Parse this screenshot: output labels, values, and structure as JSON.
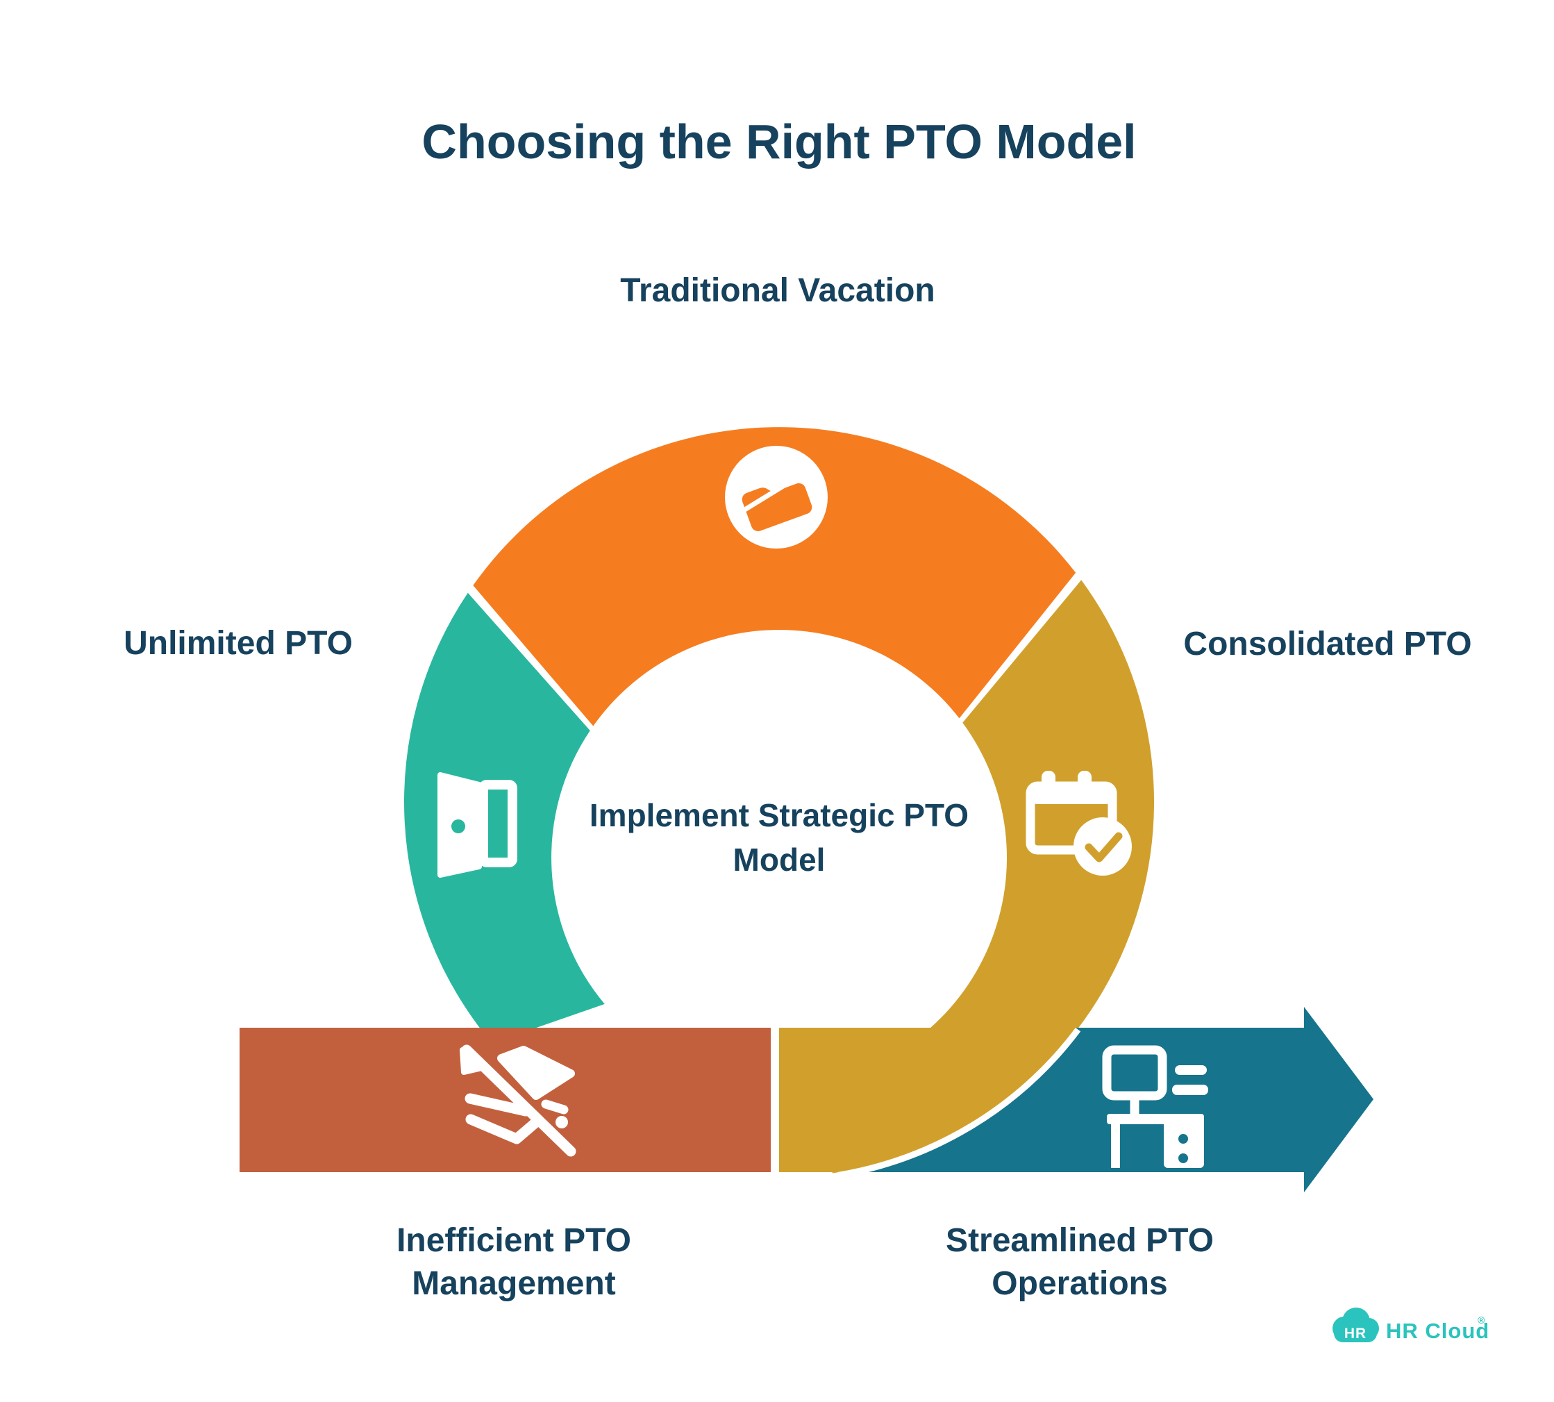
{
  "title": "Choosing the Right PTO Model",
  "center": {
    "line1": "Implement Strategic PTO",
    "line2": "Model"
  },
  "labels": {
    "top": "Traditional Vacation",
    "left": "Unlimited PTO",
    "right": "Consolidated PTO",
    "bottom_left": [
      "Inefficient PTO",
      "Management"
    ],
    "bottom_right": [
      "Streamlined PTO",
      "Operations"
    ]
  },
  "segments": [
    {
      "id": "traditional-vacation",
      "label": "Traditional Vacation",
      "color": "#f57d20",
      "icon": "folder-icon"
    },
    {
      "id": "consolidated-pto",
      "label": "Consolidated PTO",
      "color": "#d1a02c",
      "icon": "calendar-check-icon"
    },
    {
      "id": "unlimited-pto",
      "label": "Unlimited PTO",
      "color": "#28b79e",
      "icon": "open-door-icon"
    },
    {
      "id": "inefficient-pto-management",
      "label": "Inefficient PTO Management",
      "color": "#c2603e",
      "icon": "feather-slash-icon"
    },
    {
      "id": "streamlined-pto-operations",
      "label": "Streamlined PTO Operations",
      "color": "#16748c",
      "icon": "desk-icon"
    }
  ],
  "logo": {
    "badge": "HR",
    "name": "HR Cloud",
    "reg": "®"
  },
  "colors": {
    "navy": "#16425e",
    "orange": "#f57d20",
    "teal": "#28b79e",
    "gold": "#d1a02c",
    "terracotta": "#c2603e",
    "arrowteal": "#16748c",
    "brand": "#2bc3bd",
    "white": "#ffffff"
  }
}
